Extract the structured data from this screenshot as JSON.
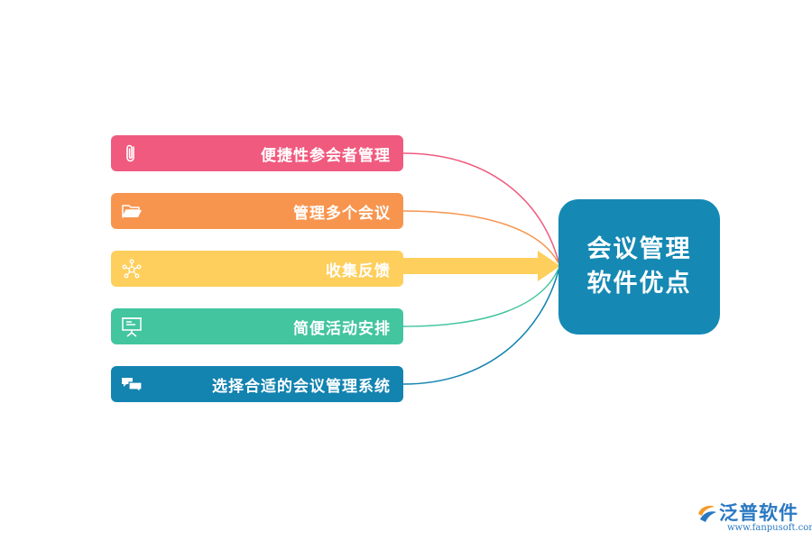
{
  "diagram": {
    "hub": {
      "title": "会议管理软件优点",
      "color": "#1589b4"
    },
    "items": [
      {
        "label": "便捷性参会者管理",
        "icon": "paperclip-icon",
        "color": "#f05a7e"
      },
      {
        "label": "管理多个会议",
        "icon": "folder-icon",
        "color": "#f7954f"
      },
      {
        "label": "收集反馈",
        "icon": "network-icon",
        "color": "#fecf5c"
      },
      {
        "label": "简便活动安排",
        "icon": "presentation-board-icon",
        "color": "#43c5a0"
      },
      {
        "label": "选择合适的会议管理系统",
        "icon": "chat-bubbles-icon",
        "color": "#1383b0"
      }
    ]
  },
  "logo": {
    "name": "泛普软件",
    "url": "www.fanpusoft.com",
    "color": "#2a78c2"
  }
}
